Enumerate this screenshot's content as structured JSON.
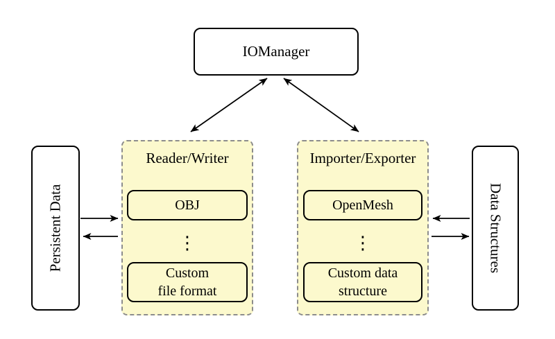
{
  "colors": {
    "background": "#ffffff",
    "group_fill": "#fcf9cd",
    "group_border": "#8c8c8c",
    "node_border": "#000000",
    "arrow": "#000000"
  },
  "nodes": {
    "iomanager": {
      "label": "IOManager"
    },
    "persistent_data": {
      "label": "Persistent Data"
    },
    "data_structures": {
      "label": "Data Structures"
    }
  },
  "groups": {
    "reader_writer": {
      "title": "Reader/Writer",
      "top_item": "OBJ",
      "ellipsis": "⋮",
      "bottom_item_lines": [
        "Custom",
        "file format"
      ]
    },
    "importer_exporter": {
      "title": "Importer/Exporter",
      "top_item": "OpenMesh",
      "ellipsis": "⋮",
      "bottom_item_lines": [
        "Custom data",
        "structure"
      ]
    }
  },
  "connections": [
    {
      "from": "IOManager",
      "to": "Reader/Writer",
      "direction": "bidirectional"
    },
    {
      "from": "IOManager",
      "to": "Importer/Exporter",
      "direction": "bidirectional"
    },
    {
      "from": "Persistent Data",
      "to": "Reader/Writer",
      "direction": "one-way"
    },
    {
      "from": "Reader/Writer",
      "to": "Persistent Data",
      "direction": "one-way"
    },
    {
      "from": "Data Structures",
      "to": "Importer/Exporter",
      "direction": "one-way"
    },
    {
      "from": "Importer/Exporter",
      "to": "Data Structures",
      "direction": "one-way"
    }
  ]
}
